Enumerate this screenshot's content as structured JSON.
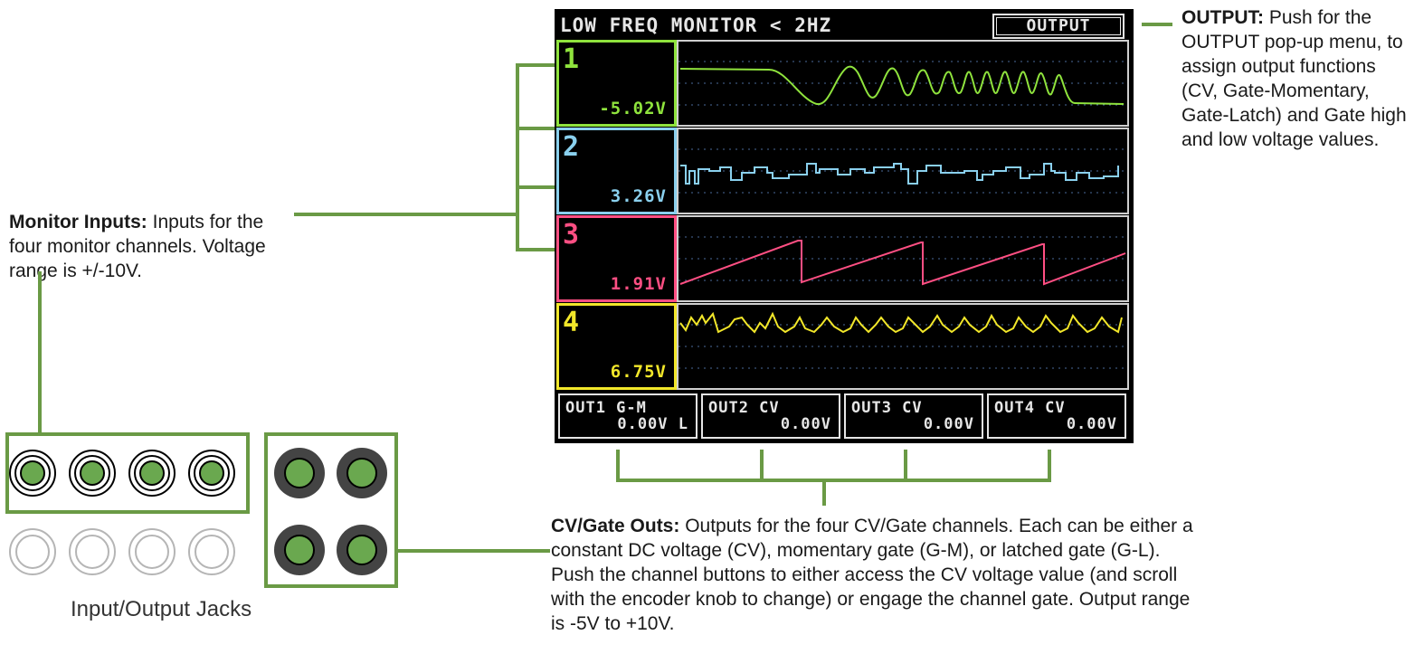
{
  "screen": {
    "title": "LOW FREQ MONITOR < 2HZ",
    "output_button": "OUTPUT",
    "channels": [
      {
        "number": "1",
        "voltage": "-5.02V",
        "color": "#8fe33d"
      },
      {
        "number": "2",
        "voltage": "3.26V",
        "color": "#8ad0ee"
      },
      {
        "number": "3",
        "voltage": "1.91V",
        "color": "#ff4f83"
      },
      {
        "number": "4",
        "voltage": "6.75V",
        "color": "#f2e72a"
      }
    ],
    "outputs": [
      {
        "label": "OUT1 G-M",
        "value": "0.00V L"
      },
      {
        "label": "OUT2 CV",
        "value": "0.00V"
      },
      {
        "label": "OUT3 CV",
        "value": "0.00V"
      },
      {
        "label": "OUT4 CV",
        "value": "0.00V"
      }
    ]
  },
  "annotations": {
    "output": {
      "title": "OUTPUT:",
      "text": " Push for the OUTPUT pop-up menu, to assign output functions (CV, Gate-Momentary, Gate-Latch) and Gate high and low voltage values."
    },
    "monitor_inputs": {
      "title": "Monitor Inputs:",
      "text": " Inputs for the four monitor channels. Voltage range is +/-10V."
    },
    "cv_gate_outs": {
      "title": "CV/Gate Outs:",
      "text": " Outputs for the four CV/Gate channels. Each can be either a constant DC voltage (CV), momentary gate (G-M), or latched gate (G-L). Push the channel buttons to either access the CV voltage value (and scroll with the encoder knob to change) or engage the channel gate. Output range is -5V to +10V."
    }
  },
  "jacks_caption": "Input/Output Jacks",
  "colors": {
    "accent_green": "#6a9a45",
    "jack_green": "#6aa84f",
    "screen_bg": "#000000"
  }
}
